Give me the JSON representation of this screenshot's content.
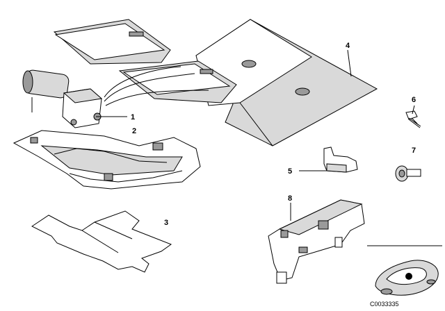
{
  "callouts": [
    "1",
    "2",
    "3",
    "4",
    "5",
    "6",
    "7",
    "8"
  ],
  "drawing_code": "C0033335"
}
